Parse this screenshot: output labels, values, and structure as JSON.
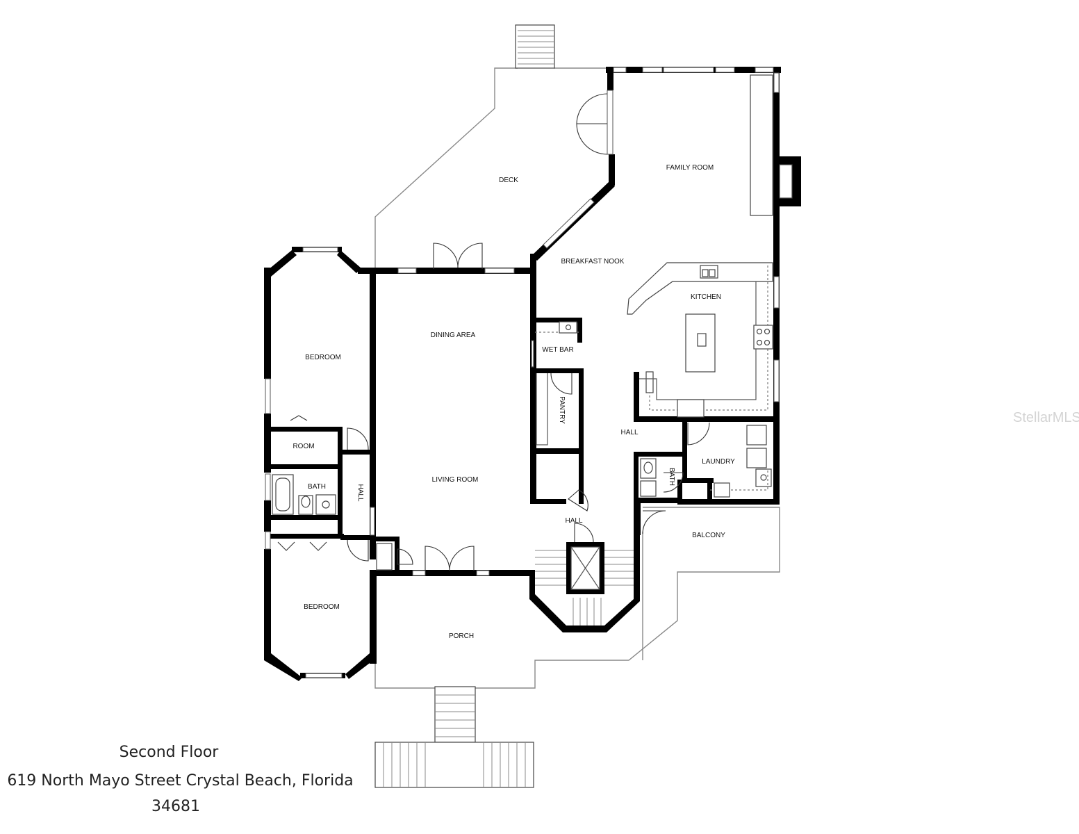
{
  "floor_title": "Second Floor",
  "address_line1": "619 North Mayo Street Crystal Beach, Florida",
  "address_line2": "34681",
  "watermark": "StellarMLS",
  "rooms": {
    "deck": "DECK",
    "family_room": "FAMILY ROOM",
    "breakfast_nook": "BREAKFAST NOOK",
    "kitchen": "KITCHEN",
    "dining_area": "DINING AREA",
    "wet_bar": "WET BAR",
    "bedroom_upper": "BEDROOM",
    "pantry": "PANTRY",
    "hall_right": "HALL",
    "room": "ROOM",
    "laundry": "LAUNDRY",
    "bath_left": "BATH",
    "hall_left": "HALL",
    "living_room": "LIVING ROOM",
    "bath_right": "BATH",
    "hall_center": "HALL",
    "balcony": "BALCONY",
    "bedroom_lower": "BEDROOM",
    "porch": "PORCH"
  }
}
